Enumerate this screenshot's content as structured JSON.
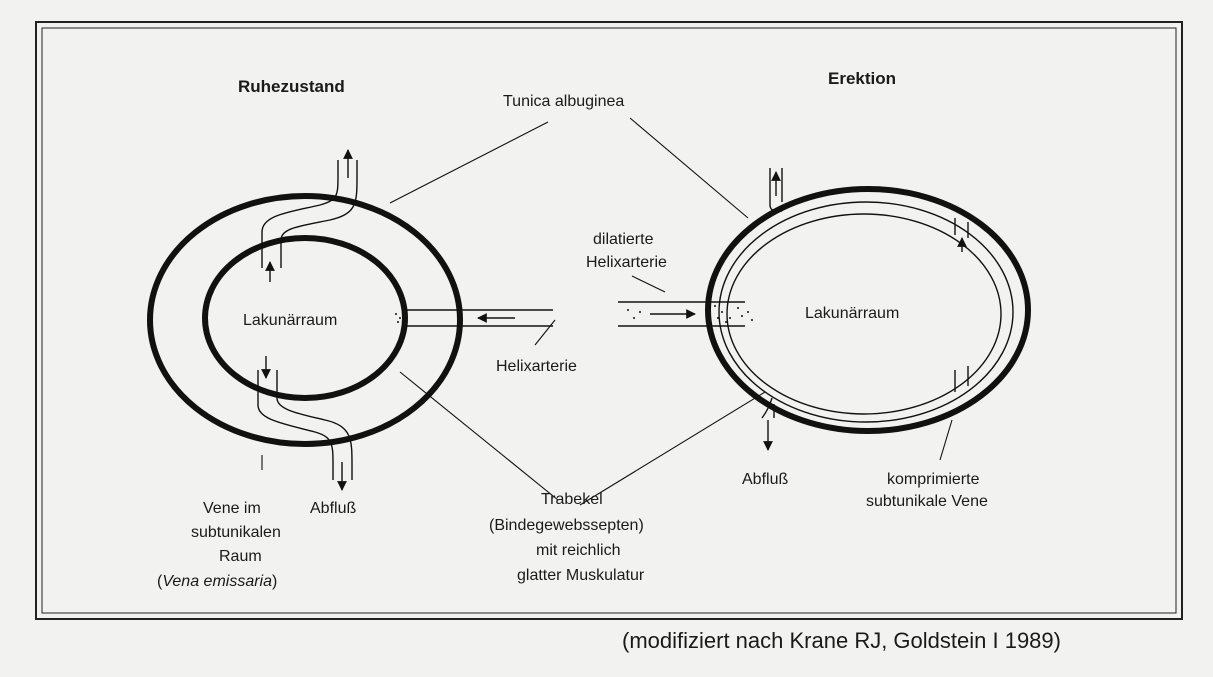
{
  "titles": {
    "left": "Ruhezustand",
    "right": "Erektion"
  },
  "labels": {
    "tunica": "Tunica albuginea",
    "dilated_artery_1": "dilatierte",
    "dilated_artery_2": "Helixarterie",
    "lacunar_left": "Lakunärraum",
    "lacunar_right": "Lakunärraum",
    "helix_artery": "Helixarterie",
    "outflow_left": "Abfluß",
    "outflow_right": "Abfluß",
    "compressed_vein_1": "komprimierte",
    "compressed_vein_2": "subtunikale Vene",
    "vein_1": "Vene im",
    "vein_2": "subtunikalen",
    "vein_3": "Raum",
    "vein_4_open": "(",
    "vein_4_italic": "Vena emissaria",
    "vein_4_close": ")",
    "trabecula_1": "Trabekel",
    "trabecula_2": "(Bindegewebssepten)",
    "trabecula_3": "mit reichlich",
    "trabecula_4": "glatter Muskulatur"
  },
  "caption": "(modifiziert nach Krane RJ, Goldstein I 1989)"
}
